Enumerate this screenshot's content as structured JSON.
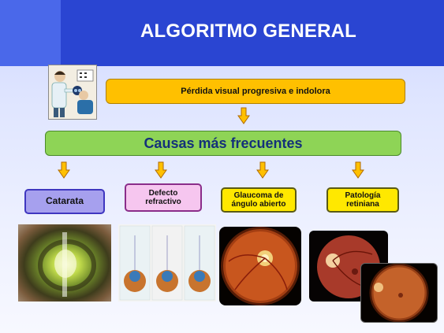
{
  "title": "ALGORITMO GENERAL",
  "top_box": "Pérdida visual progresiva e indolora",
  "middle_box": "Causas más frecuentes",
  "causes": [
    {
      "line1": "Catarata",
      "line2": ""
    },
    {
      "line1": "Defecto",
      "line2": "refractivo"
    },
    {
      "line1": "Glaucoma de",
      "line2": "ángulo abierto"
    },
    {
      "line1": "Patología",
      "line2": "retiniana"
    }
  ],
  "colors": {
    "header": "#2a45d2",
    "header_tab": "#4a68ea",
    "top_box": "#ffc000",
    "middle_box": "#8ed456",
    "middle_text": "#14307a",
    "catarata_box": "#a6a0ee",
    "defecto_box": "#f6c6ef",
    "glaucoma_box": "#ffe800",
    "patologia_box": "#ffe800",
    "arrow": "#ffc000"
  },
  "images": [
    "doctor-eye-exam-illustration",
    "cataract-eye-photo",
    "refractive-error-diagram",
    "glaucoma-fundus-photo",
    "retina-fundus-photo",
    "retina-fundus-photo"
  ]
}
